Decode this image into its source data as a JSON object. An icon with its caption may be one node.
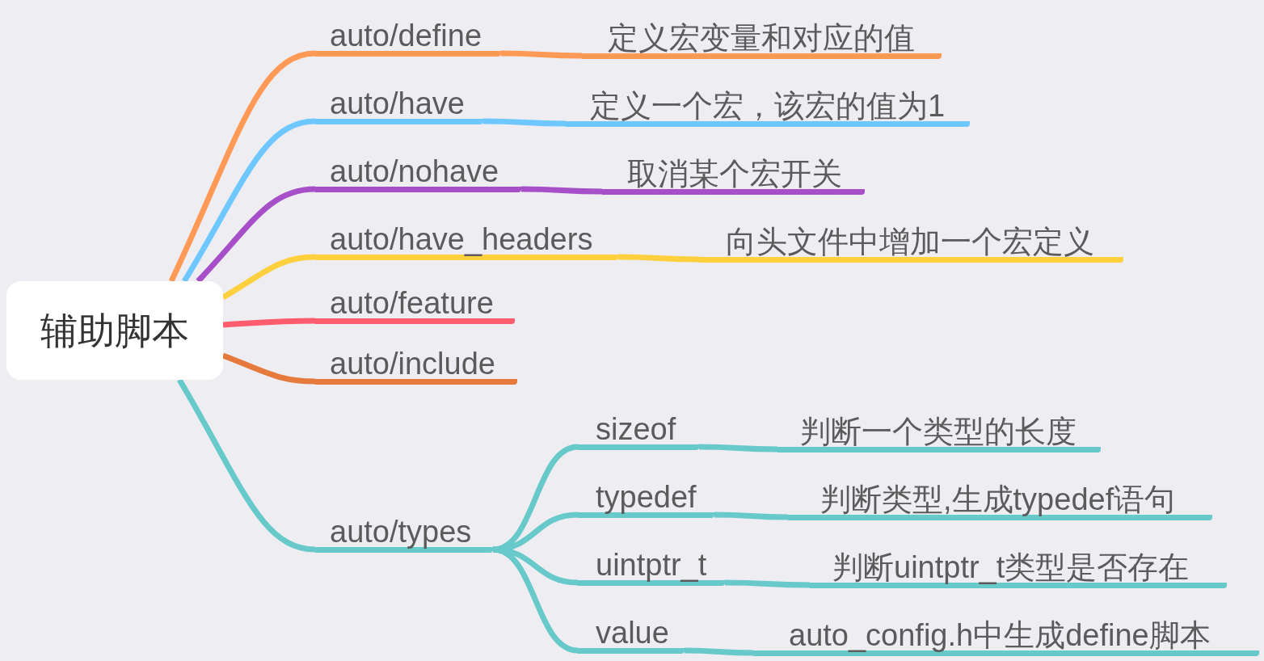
{
  "diagram": {
    "nodes": [
      {
        "text": [
          "辅助脚本"
        ]
      },
      {
        "text": [
          "auto/define"
        ]
      },
      {
        "text": [
          "定义宏变量和对应的值"
        ]
      },
      {
        "text": [
          "auto/have"
        ]
      },
      {
        "text": [
          "定义一个宏，该宏的值为1"
        ]
      },
      {
        "text": [
          "auto/nohave"
        ]
      },
      {
        "text": [
          "取消某个宏开关"
        ]
      },
      {
        "text": [
          "auto/have_headers"
        ]
      },
      {
        "text": [
          "向头文件中增加一个宏定义"
        ]
      },
      {
        "text": [
          "auto/feature"
        ]
      },
      {
        "text": [
          "auto/include"
        ]
      },
      {
        "text": [
          "auto/types"
        ]
      },
      {
        "text": [
          "sizeof"
        ]
      },
      {
        "text": [
          "判断一个类型的长度"
        ]
      },
      {
        "text": [
          "typedef"
        ]
      },
      {
        "text": [
          "判断类型,生成typedef语句"
        ]
      },
      {
        "text": [
          "uintptr_t"
        ]
      },
      {
        "text": [
          "判断uintptr_t类型是否存在"
        ]
      },
      {
        "text": [
          "value"
        ]
      },
      {
        "text": [
          "auto_config.h中生成define脚本"
        ]
      }
    ],
    "edges": [
      {
        "from": 0,
        "to": 1,
        "arrow": "none",
        "color": "#ff9a56"
      },
      {
        "from": 1,
        "to": 2,
        "arrow": "none",
        "color": "#ff9a56"
      },
      {
        "from": 0,
        "to": 3,
        "arrow": "none",
        "color": "#6ec8ff"
      },
      {
        "from": 3,
        "to": 4,
        "arrow": "none",
        "color": "#6ec8ff"
      },
      {
        "from": 0,
        "to": 5,
        "arrow": "none",
        "color": "#a64fc8"
      },
      {
        "from": 5,
        "to": 6,
        "arrow": "none",
        "color": "#a64fc8"
      },
      {
        "from": 0,
        "to": 7,
        "arrow": "none",
        "color": "#ffd03e"
      },
      {
        "from": 7,
        "to": 8,
        "arrow": "none",
        "color": "#ffd03e"
      },
      {
        "from": 0,
        "to": 9,
        "arrow": "none",
        "color": "#ff5c6d"
      },
      {
        "from": 0,
        "to": 10,
        "arrow": "none",
        "color": "#e57a3c"
      },
      {
        "from": 0,
        "to": 11,
        "arrow": "none",
        "color": "#67c9ca"
      },
      {
        "from": 11,
        "to": 12,
        "arrow": "none",
        "color": "#67c9ca"
      },
      {
        "from": 12,
        "to": 13,
        "arrow": "none",
        "color": "#67c9ca"
      },
      {
        "from": 11,
        "to": 14,
        "arrow": "none",
        "color": "#67c9ca"
      },
      {
        "from": 14,
        "to": 15,
        "arrow": "none",
        "color": "#67c9ca"
      },
      {
        "from": 11,
        "to": 16,
        "arrow": "none",
        "color": "#67c9ca"
      },
      {
        "from": 16,
        "to": 17,
        "arrow": "none",
        "color": "#67c9ca"
      },
      {
        "from": 11,
        "to": 18,
        "arrow": "none",
        "color": "#67c9ca"
      },
      {
        "from": 18,
        "to": 19,
        "arrow": "none",
        "color": "#67c9ca"
      }
    ]
  }
}
